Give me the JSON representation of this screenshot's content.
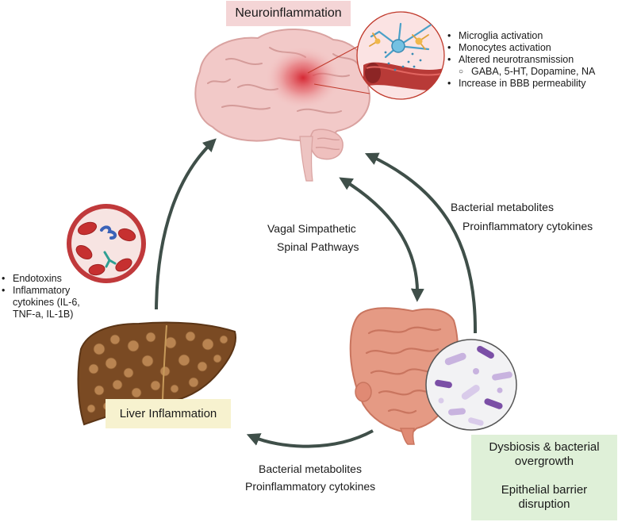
{
  "title": "Neuroinflammation",
  "brain_effects": [
    "Microglia activation",
    "Monocytes activation",
    "Altered neurotransmission"
  ],
  "brain_effects_sub": "GABA, 5-HT, Dopamine, NA",
  "brain_effects_last": "Increase in BBB permeability",
  "liver_markers": {
    "item1": "Endotoxins",
    "item2_line1": "Inflammatory",
    "item2_line2": "cytokines (IL-6,",
    "item2_line3": "TNF-a, IL-1B)"
  },
  "gut_brain_path": {
    "line1": "Vagal Simpathetic",
    "line2": "Spinal Pathways"
  },
  "gut_to_brain": {
    "line1": "Bacterial metabolites",
    "line2": "Proinflammatory cytokines"
  },
  "gut_to_liver": {
    "line1": "Bacterial metabolites",
    "line2": "Proinflammatory cytokines"
  },
  "liver_label": "Liver Inflammation",
  "gut_box": {
    "line1": "Dysbiosis & bacterial",
    "line2": "overgrowth",
    "line3": "Epithelial barrier",
    "line4": "disruption"
  },
  "colors": {
    "arrow": "#3f4f49",
    "brain": "#f2c9c8",
    "liver": "#7a4a23",
    "gut": "#e59a84",
    "title_bg": "#f4d5d6",
    "liver_bg": "#f7f2cf",
    "gut_bg": "#dff0d8"
  }
}
